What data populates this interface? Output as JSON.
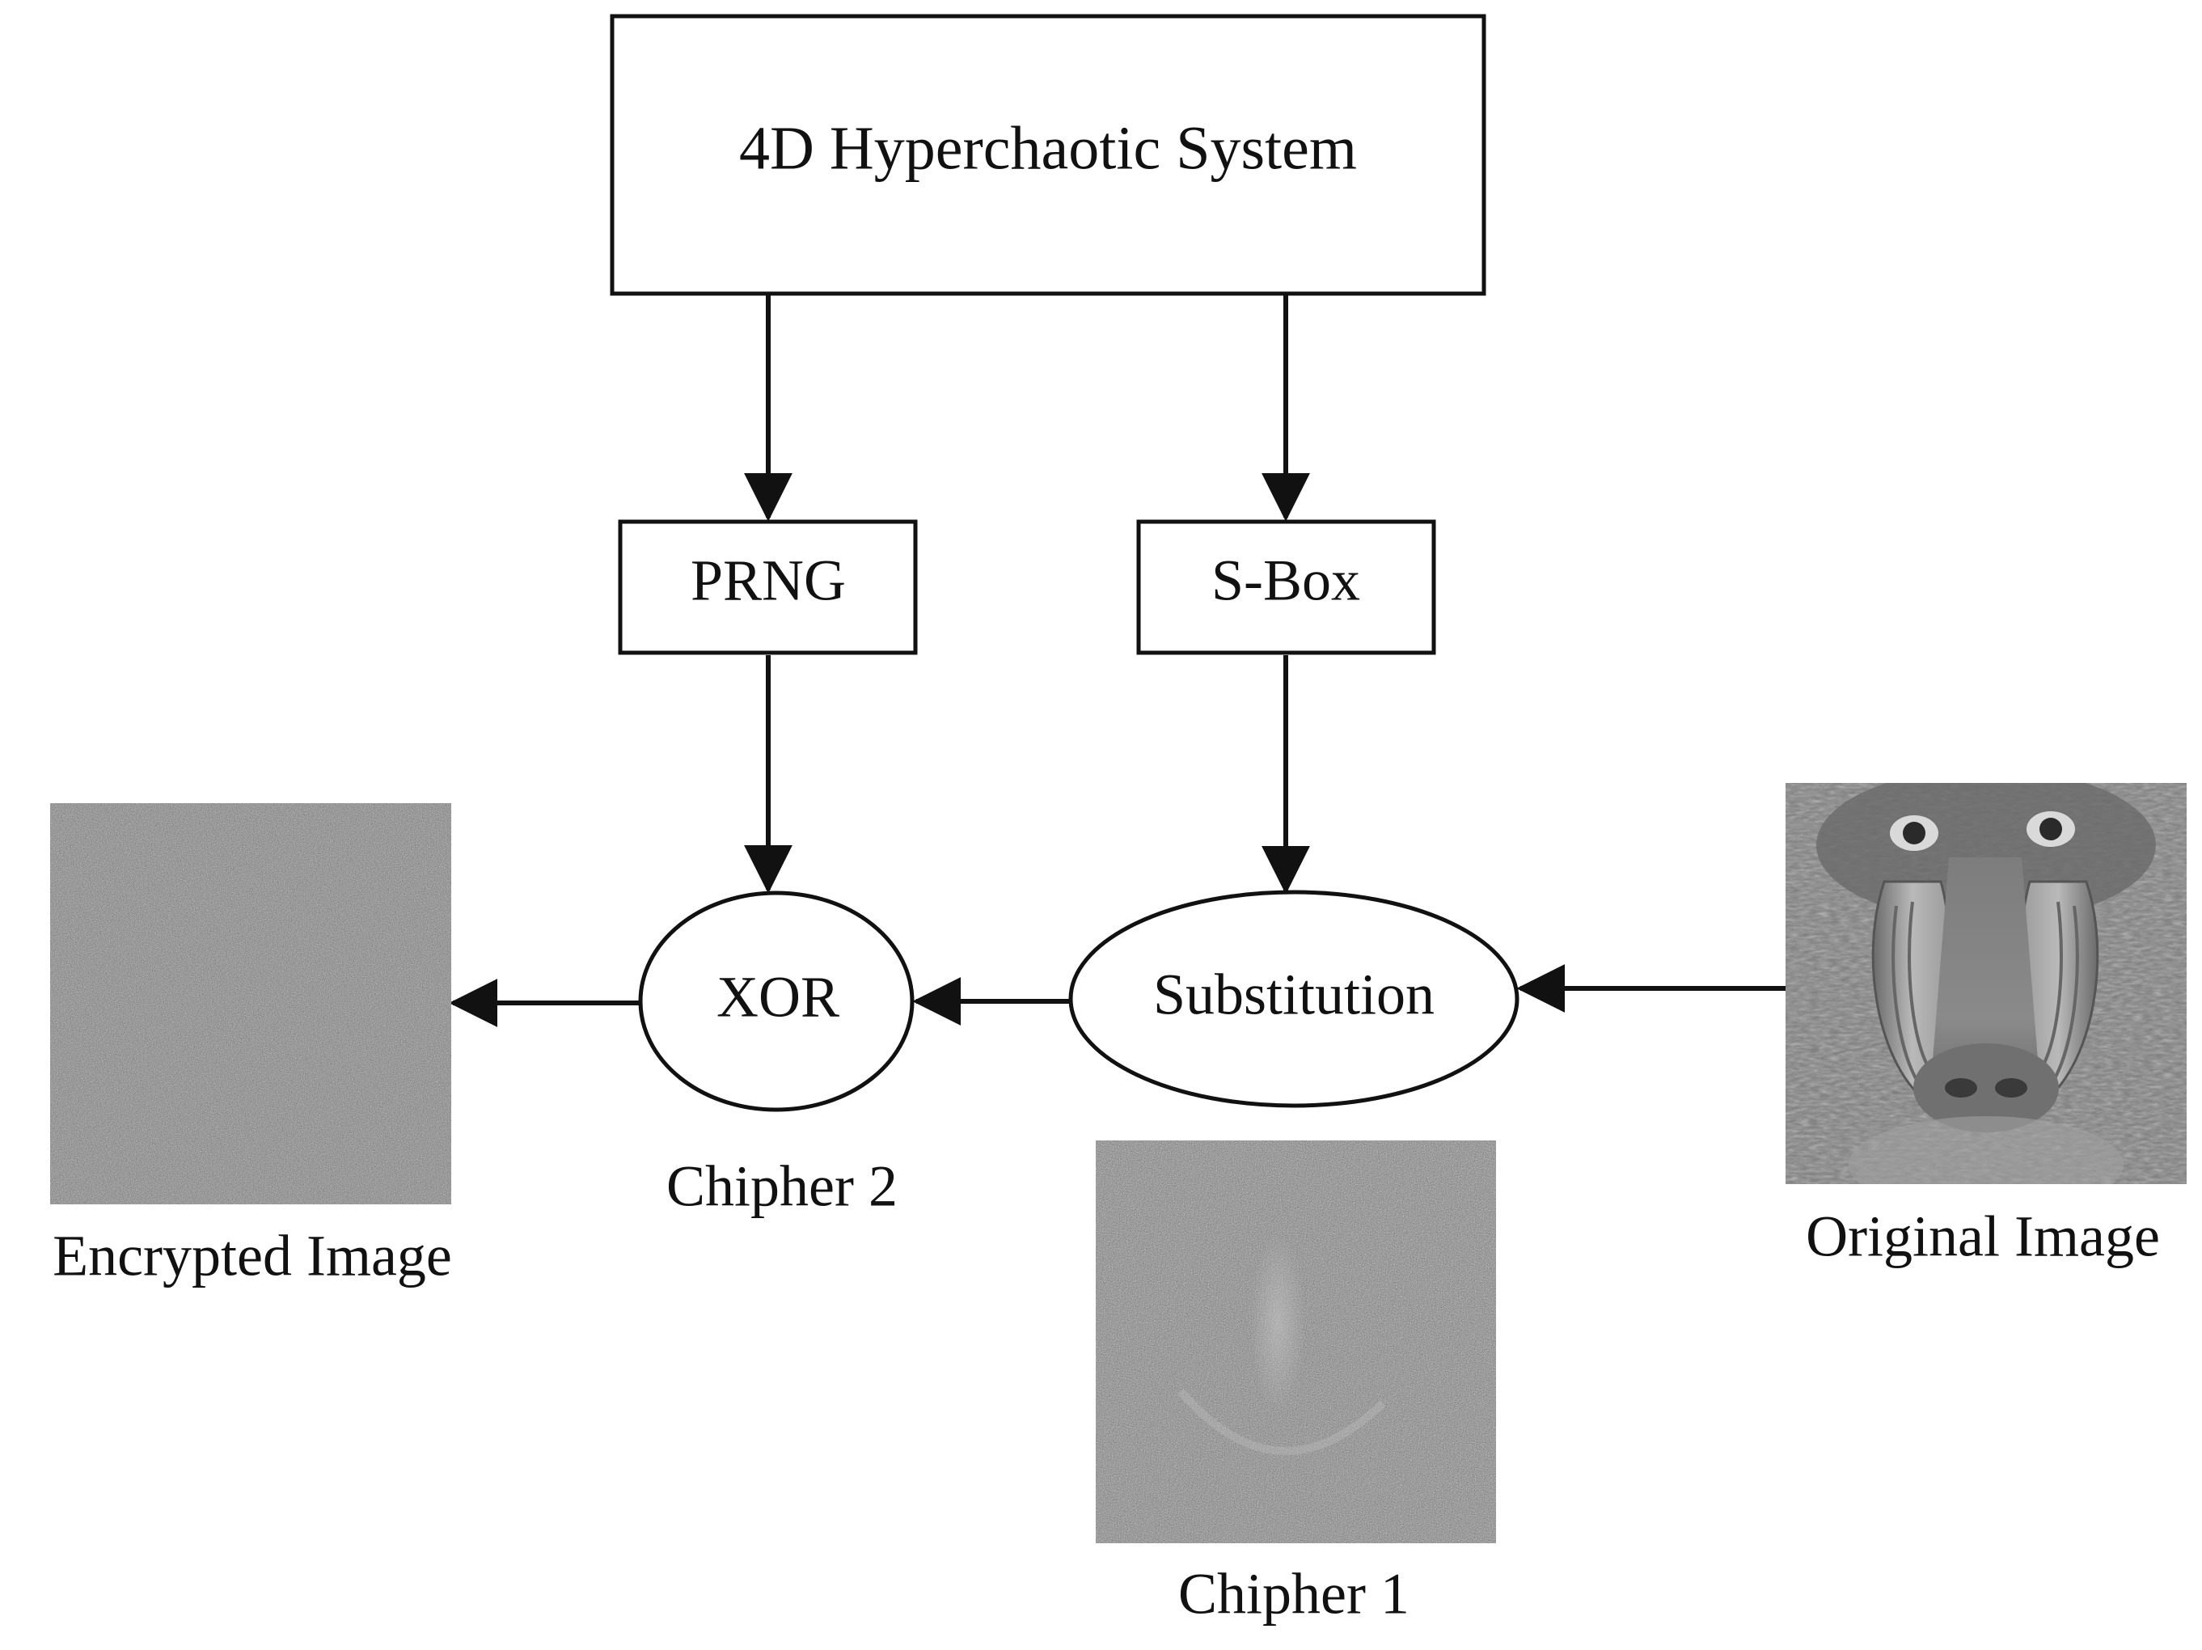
{
  "diagram": {
    "nodes": {
      "hyperchaotic": "4D Hyperchaotic System",
      "prng": "PRNG",
      "sbox": "S-Box",
      "xor": "XOR",
      "substitution": "Substitution"
    },
    "captions": {
      "encrypted": "Encrypted Image",
      "cipher2": "Chipher 2",
      "cipher1": "Chipher 1",
      "original": "Original Image"
    },
    "edges": [
      {
        "from": "4D Hyperchaotic System",
        "to": "PRNG"
      },
      {
        "from": "4D Hyperchaotic System",
        "to": "S-Box"
      },
      {
        "from": "PRNG",
        "to": "XOR"
      },
      {
        "from": "S-Box",
        "to": "Substitution"
      },
      {
        "from": "Original Image",
        "to": "Substitution"
      },
      {
        "from": "Substitution",
        "to": "XOR"
      },
      {
        "from": "XOR",
        "to": "Encrypted Image"
      }
    ]
  }
}
